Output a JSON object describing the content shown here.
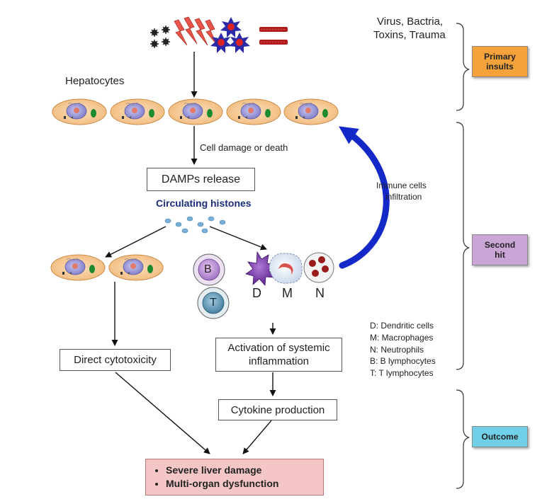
{
  "insults": {
    "label_line1": "Virus, Bactria,",
    "label_line2": "Toxins, Trauma"
  },
  "hepatocytes_label": "Hepatocytes",
  "cell_damage_label": "Cell damage or death",
  "damps_box": "DAMPs release",
  "circulating_histones": "Circulating histones",
  "immune_infiltration": {
    "line1": "Immune cells",
    "line2": "infiltration"
  },
  "immune_cells": {
    "b": "B",
    "t": "T",
    "d": "D",
    "m": "M",
    "n": "N"
  },
  "legend": [
    "D: Dendritic cells",
    "M: Macrophages",
    "N: Neutrophils",
    "B: B lymphocytes",
    "T: T lymphocytes"
  ],
  "direct_cytotoxicity": "Direct cytotoxicity",
  "activation": {
    "line1": "Activation of systemic",
    "line2": "inflammation"
  },
  "cytokine": "Cytokine production",
  "outcome_items": [
    "Severe liver damage",
    "Multi-organ dysfunction"
  ],
  "phases": {
    "primary_line1": "Primary",
    "primary_line2": "insults",
    "second_line1": "Second",
    "second_line2": "hit",
    "outcome": "Outcome"
  },
  "colors": {
    "primary_tag": "#f5a23a",
    "second_tag": "#c9a6d6",
    "outcome_tag": "#6fd0e8",
    "outcome_box": "#f5c6c6",
    "hepatocyte": "#f5c896",
    "histone_dot": "#7ab0d8",
    "infiltration_arrow": "#1428c8",
    "histone_text": "#1a2c7a"
  }
}
